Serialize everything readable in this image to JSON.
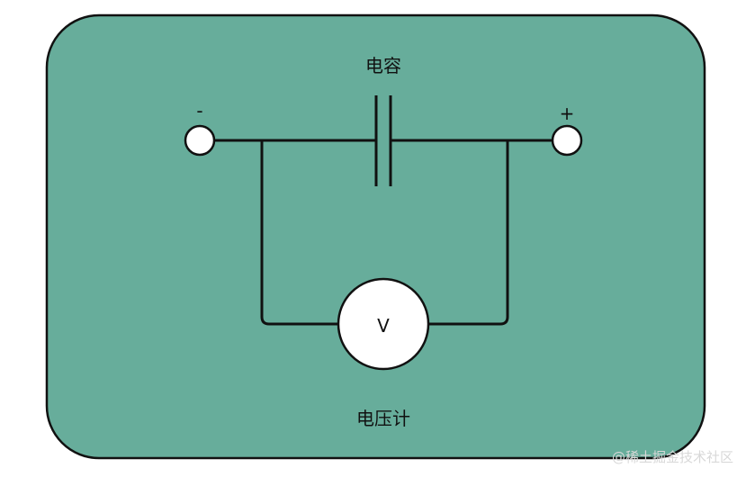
{
  "diagram": {
    "capacitor_label": "电容",
    "voltmeter_label": "电压计",
    "voltmeter_symbol": "V",
    "negative_terminal": "-",
    "positive_terminal": "+"
  },
  "watermark": "@稀土掘金技术社区",
  "colors": {
    "panel": "#67ad9b",
    "stroke": "#111111",
    "component_fill": "#ffffff"
  }
}
